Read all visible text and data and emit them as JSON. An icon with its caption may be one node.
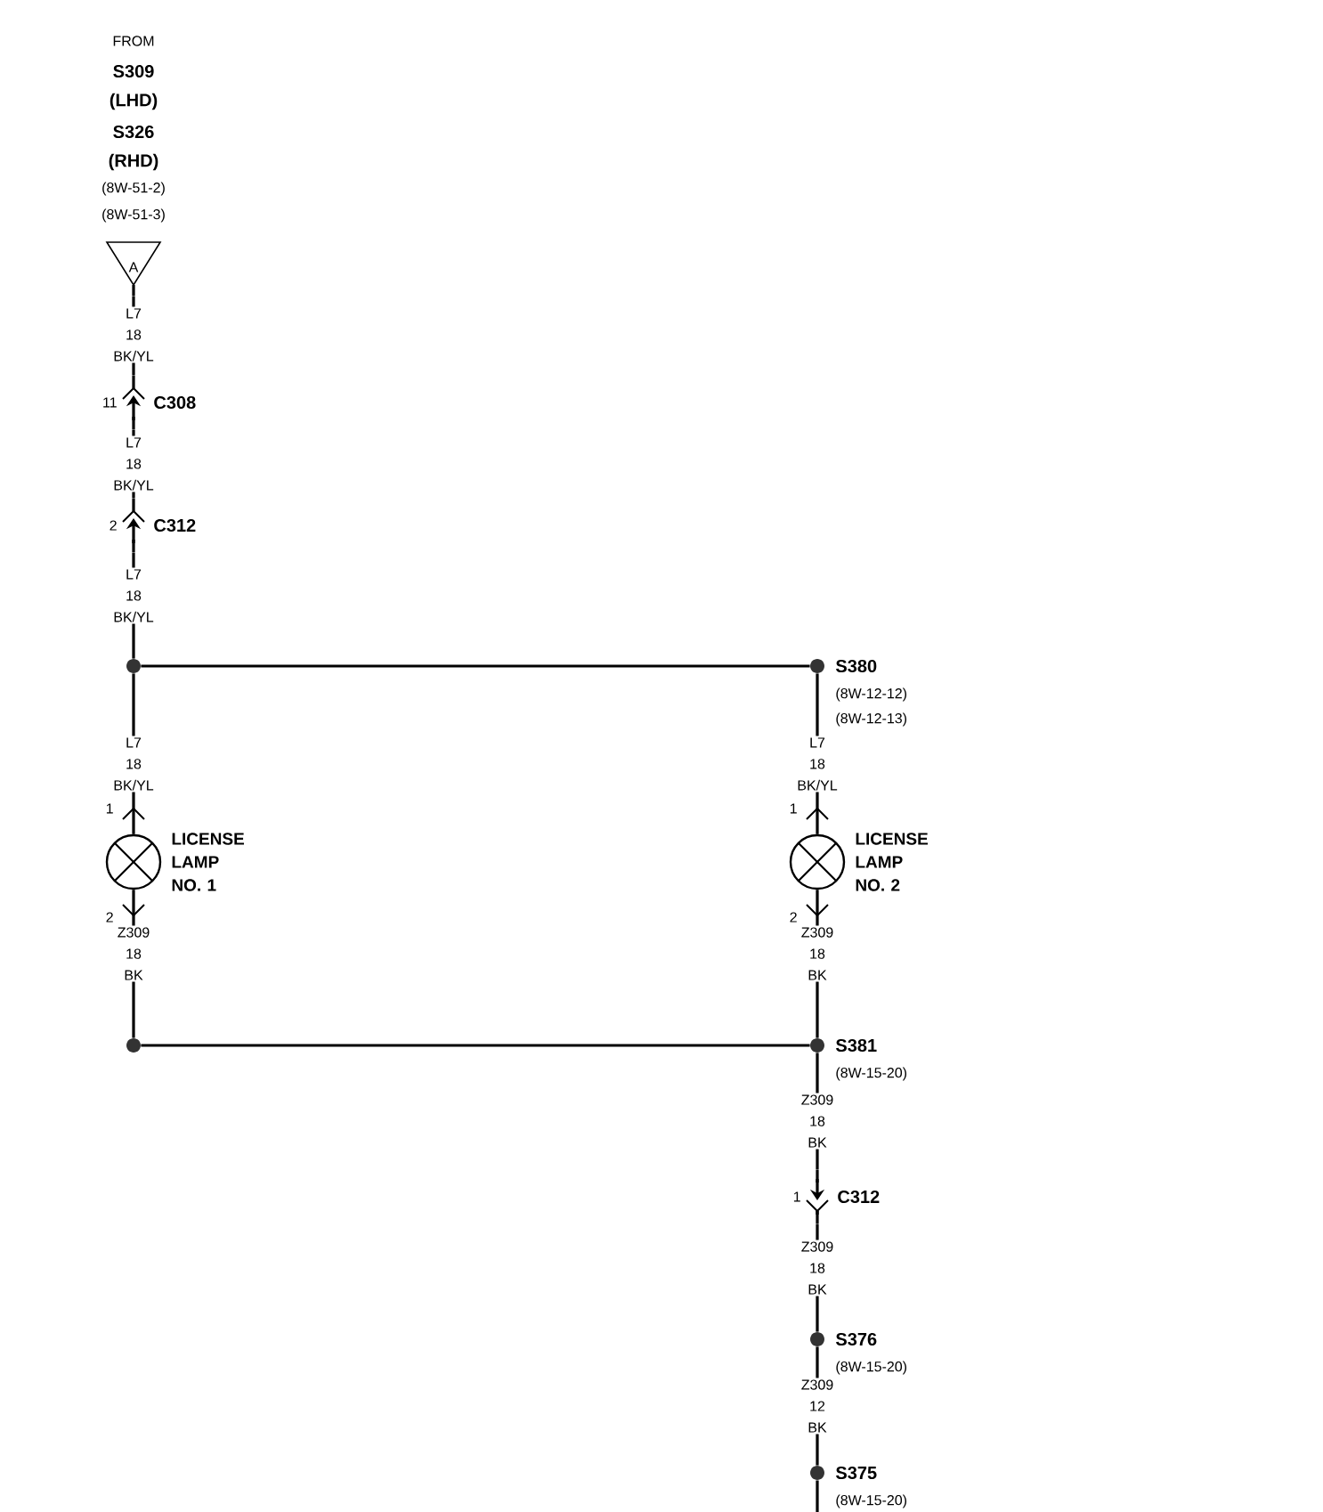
{
  "diagram": {
    "nodes": [
      {
        "text": [
          "A"
        ],
        "beside": [
          "FROM",
          "S309",
          "(LHD)",
          "S326",
          "(RHD)",
          "(8W-51-2)",
          "(8W-51-3)"
        ]
      },
      {
        "text": [
          "C308"
        ],
        "beside": [
          "11"
        ]
      },
      {
        "text": [
          "C312"
        ],
        "beside": [
          "2"
        ]
      },
      {
        "text": [],
        "shape": "circle"
      },
      {
        "text": [
          "S380"
        ],
        "beside": [
          "(8W-12-12)",
          "(8W-12-13)"
        ]
      },
      {
        "text": [
          "LICENSE LAMP NO. 1"
        ],
        "beside": [
          "1",
          "2"
        ]
      },
      {
        "text": [
          "LICENSE LAMP NO. 2"
        ],
        "beside": [
          "1",
          "2"
        ]
      },
      {
        "text": [],
        "shape": "circle"
      },
      {
        "text": [
          "S381"
        ],
        "beside": [
          "(8W-15-20)"
        ]
      },
      {
        "text": [
          "C312"
        ],
        "beside": [
          "1"
        ]
      },
      {
        "text": [
          "S376"
        ],
        "beside": [
          "(8W-15-20)"
        ]
      },
      {
        "text": [
          "S375"
        ],
        "beside": [
          "(8W-15-20)"
        ]
      }
    ],
    "edges": [
      {
        "from": 0,
        "to": 1,
        "arrow": "none",
        "label": "L7 18 BK/YL"
      },
      {
        "from": 1,
        "to": 2,
        "arrow": "none",
        "label": "L7 18 BK/YL"
      },
      {
        "from": 2,
        "to": 3,
        "arrow": "none",
        "label": "L7 18 BK/YL"
      },
      {
        "from": 3,
        "to": 4,
        "arrow": "none"
      },
      {
        "from": 3,
        "to": 5,
        "arrow": "none",
        "label": "L7 18 BK/YL"
      },
      {
        "from": 4,
        "to": 6,
        "arrow": "none",
        "label": "L7 18 BK/YL"
      },
      {
        "from": 5,
        "to": 7,
        "arrow": "none",
        "label": "Z309 18 BK"
      },
      {
        "from": 6,
        "to": 8,
        "arrow": "none",
        "label": "Z309 18 BK"
      },
      {
        "from": 7,
        "to": 8,
        "arrow": "none"
      },
      {
        "from": 8,
        "to": 9,
        "arrow": "none",
        "label": "Z309 18 BK"
      },
      {
        "from": 9,
        "to": 10,
        "arrow": "none",
        "label": "Z309 18 BK"
      },
      {
        "from": 10,
        "to": 11,
        "arrow": "none",
        "label": "Z309 12 BK"
      },
      {
        "from": 11,
        "to": null,
        "arrow": "none"
      }
    ]
  }
}
